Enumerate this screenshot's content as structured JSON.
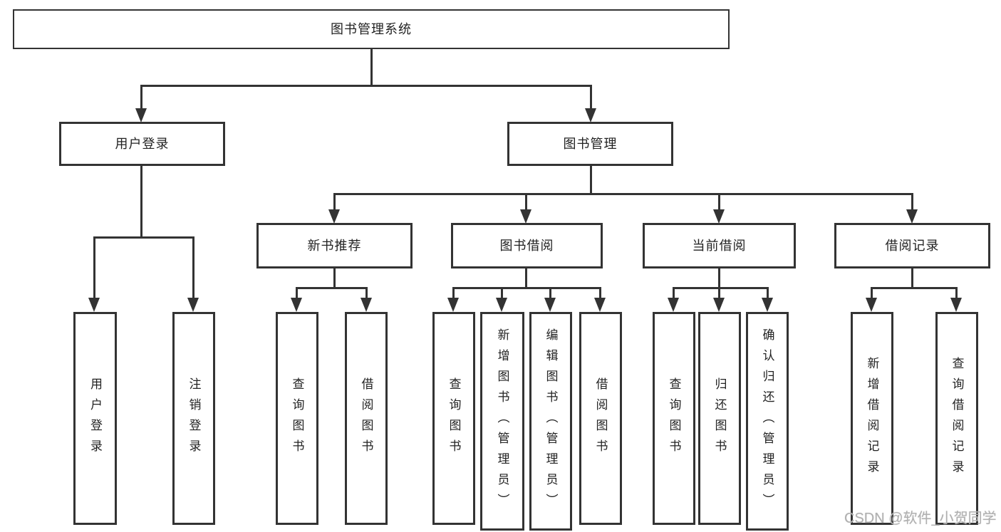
{
  "tree": {
    "label": "图书管理系统",
    "children": [
      {
        "label": "用户登录",
        "children": [
          {
            "label": "用户登录"
          },
          {
            "label": "注销登录"
          }
        ]
      },
      {
        "label": "图书管理",
        "children": [
          {
            "label": "新书推荐",
            "children": [
              {
                "label": "查询图书"
              },
              {
                "label": "借阅图书"
              }
            ]
          },
          {
            "label": "图书借阅",
            "children": [
              {
                "label": "查询图书"
              },
              {
                "label": "新增图书（管理员）"
              },
              {
                "label": "编辑图书（管理员）"
              },
              {
                "label": "借阅图书"
              }
            ]
          },
          {
            "label": "当前借阅",
            "children": [
              {
                "label": "查询图书"
              },
              {
                "label": "归还图书"
              },
              {
                "label": "确认归还（管理员）"
              }
            ]
          },
          {
            "label": "借阅记录",
            "children": [
              {
                "label": "新增借阅记录"
              },
              {
                "label": "查询借阅记录"
              }
            ]
          }
        ]
      }
    ]
  },
  "watermark": {
    "text": "CSDN @软件_小贺同学"
  },
  "colors": {
    "line": "#333333",
    "box_border": "#333333",
    "text": "#222222",
    "watermark_text": "#b0b0b0",
    "background": "#ffffff"
  }
}
